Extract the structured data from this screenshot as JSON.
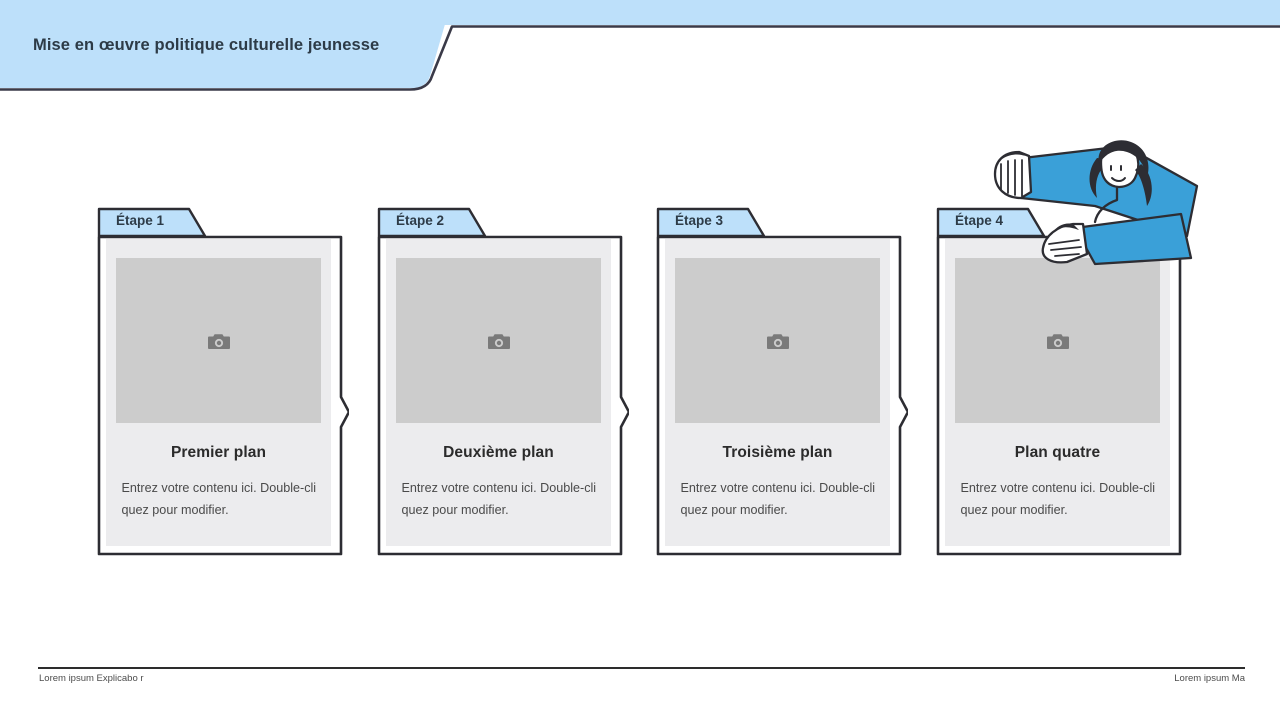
{
  "header": {
    "title": "Mise en œuvre politique culturelle jeunesse",
    "band_color": "#bde0fa",
    "outline_color": "#3a3a48"
  },
  "theme": {
    "tab_fill": "#bde0fa",
    "card_fill": "#ececee",
    "placeholder_fill": "#cccccc",
    "illustration_blue": "#3aa0d8",
    "ink": "#2d3b47"
  },
  "cards": [
    {
      "tab_label": "Étape 1",
      "title": "Premier plan",
      "text": "Entrez votre contenu ici. Double-cliquez pour modifier.",
      "image_icon": "camera-icon"
    },
    {
      "tab_label": "Étape 2",
      "title": "Deuxième plan",
      "text": "Entrez votre contenu ici. Double-cliquez pour modifier.",
      "image_icon": "camera-icon"
    },
    {
      "tab_label": "Étape 3",
      "title": "Troisième plan",
      "text": "Entrez votre contenu ici. Double-cliquez pour modifier.",
      "image_icon": "camera-icon"
    },
    {
      "tab_label": "Étape 4",
      "title": "Plan quatre",
      "text": "Entrez votre contenu ici. Double-cliquez pour modifier.",
      "image_icon": "camera-icon"
    }
  ],
  "footer": {
    "left": "Lorem ipsum Explicabo r",
    "right": "Lorem ipsum Ma"
  }
}
